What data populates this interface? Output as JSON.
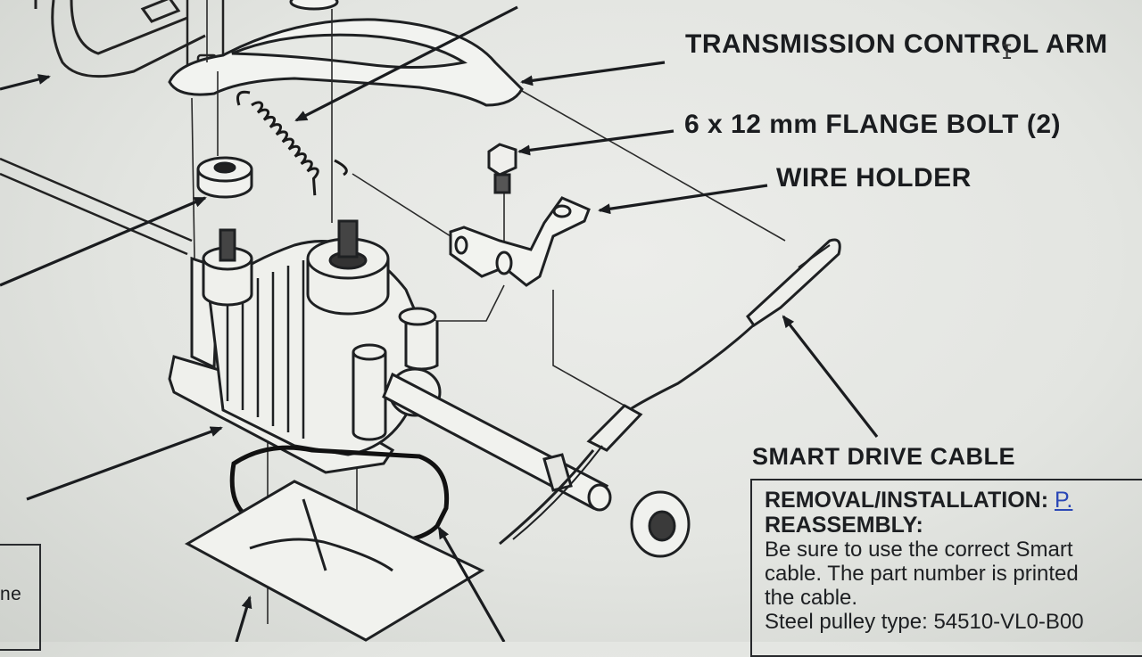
{
  "callouts": {
    "transmission_control_arm": "TRANSMISSION CONTROL ARM",
    "flange_bolt": "6 x 12 mm FLANGE BOLT (2)",
    "wire_holder": "WIRE HOLDER",
    "smart_drive_cable": "SMART DRIVE CABLE"
  },
  "note": {
    "removal_label": "REMOVAL/INSTALLATION:",
    "removal_link": "P.",
    "reassembly_label": "REASSEMBLY:",
    "line1": "Be sure to use the correct Smart",
    "line2": "cable. The part number is printed",
    "line3": "the cable.",
    "line4": "Steel pulley type: 54510-VL0-B00"
  },
  "left_fragment": "ne",
  "colors": {
    "background": "#e6e8e4",
    "ink": "#1d1f22",
    "link": "#2a47b6"
  }
}
